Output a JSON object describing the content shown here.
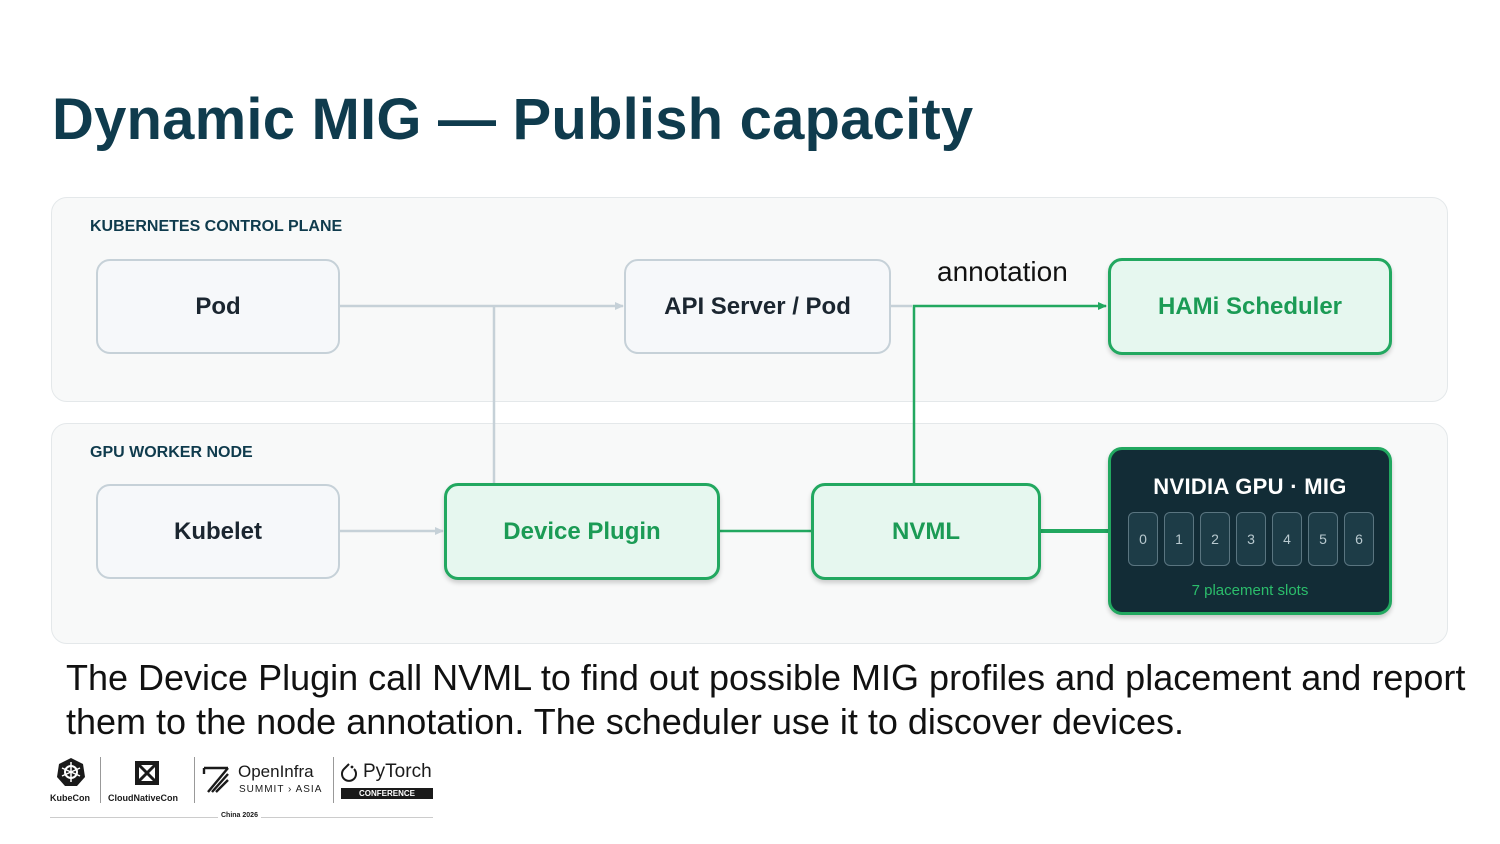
{
  "slide": {
    "title": "Dynamic MIG — Publish capacity",
    "caption": "The Device Plugin call NVML to find out possible MIG profiles and placement and report them to the node annotation. The scheduler use it to discover devices."
  },
  "diagram": {
    "control_plane": {
      "label": "KUBERNETES CONTROL PLANE",
      "pod": "Pod",
      "api_server": "API Server / Pod",
      "scheduler": "HAMi Scheduler"
    },
    "worker_node": {
      "label": "GPU WORKER NODE",
      "kubelet": "Kubelet",
      "device_plugin": "Device Plugin",
      "nvml": "NVML",
      "gpu": {
        "title": "NVIDIA GPU · MIG",
        "slots": [
          "0",
          "1",
          "2",
          "3",
          "4",
          "5",
          "6"
        ],
        "caption": "7 placement slots"
      }
    },
    "edge_labels": {
      "annotation": "annotation"
    }
  },
  "footer": {
    "kubecon": "KubeCon",
    "cloudnativecon": "CloudNativeCon",
    "openinfra": "OpenInfra",
    "summit": "SUMMIT › ASIA",
    "pytorch": "PyTorch",
    "conference": "CONFERENCE",
    "event": "China 2026"
  },
  "colors": {
    "title": "#0f3b4d",
    "accent_green": "#22a860",
    "gpu_bg": "#122c36",
    "connector_gray": "#c6d1d8"
  }
}
